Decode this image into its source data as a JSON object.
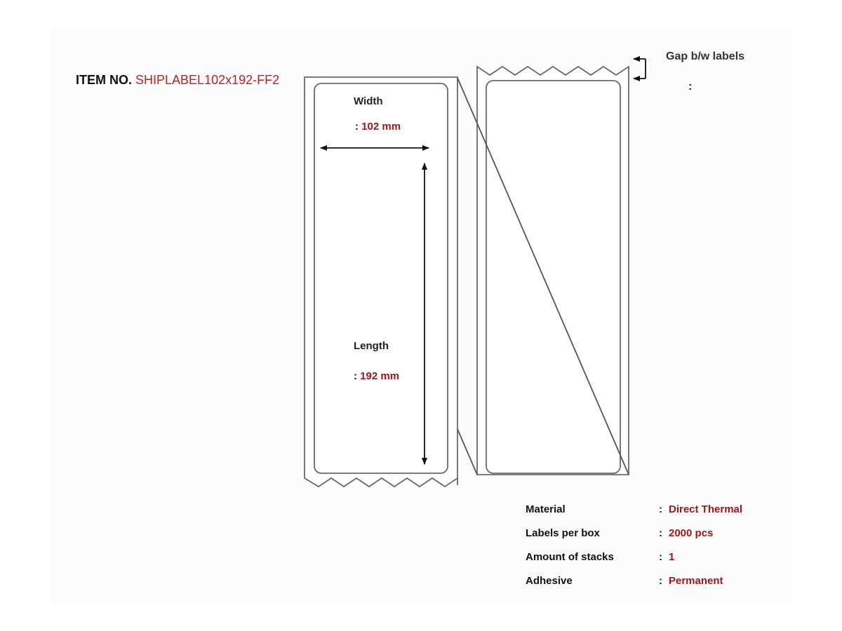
{
  "item": {
    "label": "ITEM NO.",
    "code": "SHIPLABEL102x192-FF2"
  },
  "width": {
    "label": "Width",
    "separator": ":",
    "value": "102 mm"
  },
  "length": {
    "label": "Length",
    "separator": ":",
    "value": "192 mm"
  },
  "gap": {
    "label": "Gap b/w labels",
    "separator": ":",
    "value": ""
  },
  "specs": [
    {
      "key": "Material",
      "sep": ":",
      "value": "Direct Thermal"
    },
    {
      "key": "Labels per box",
      "sep": ":",
      "value": "2000 pcs"
    },
    {
      "key": "Amount of stacks",
      "sep": ":",
      "value": "1"
    },
    {
      "key": "Adhesive",
      "sep": ":",
      "value": "Permanent"
    }
  ],
  "colors": {
    "accent": "#c0211b",
    "value": "#a0171a",
    "line": "#6a6a6a",
    "text": "#111111"
  },
  "icons": [
    "arrow-left-icon",
    "arrow-right-icon",
    "arrow-up-icon",
    "arrow-down-icon"
  ]
}
